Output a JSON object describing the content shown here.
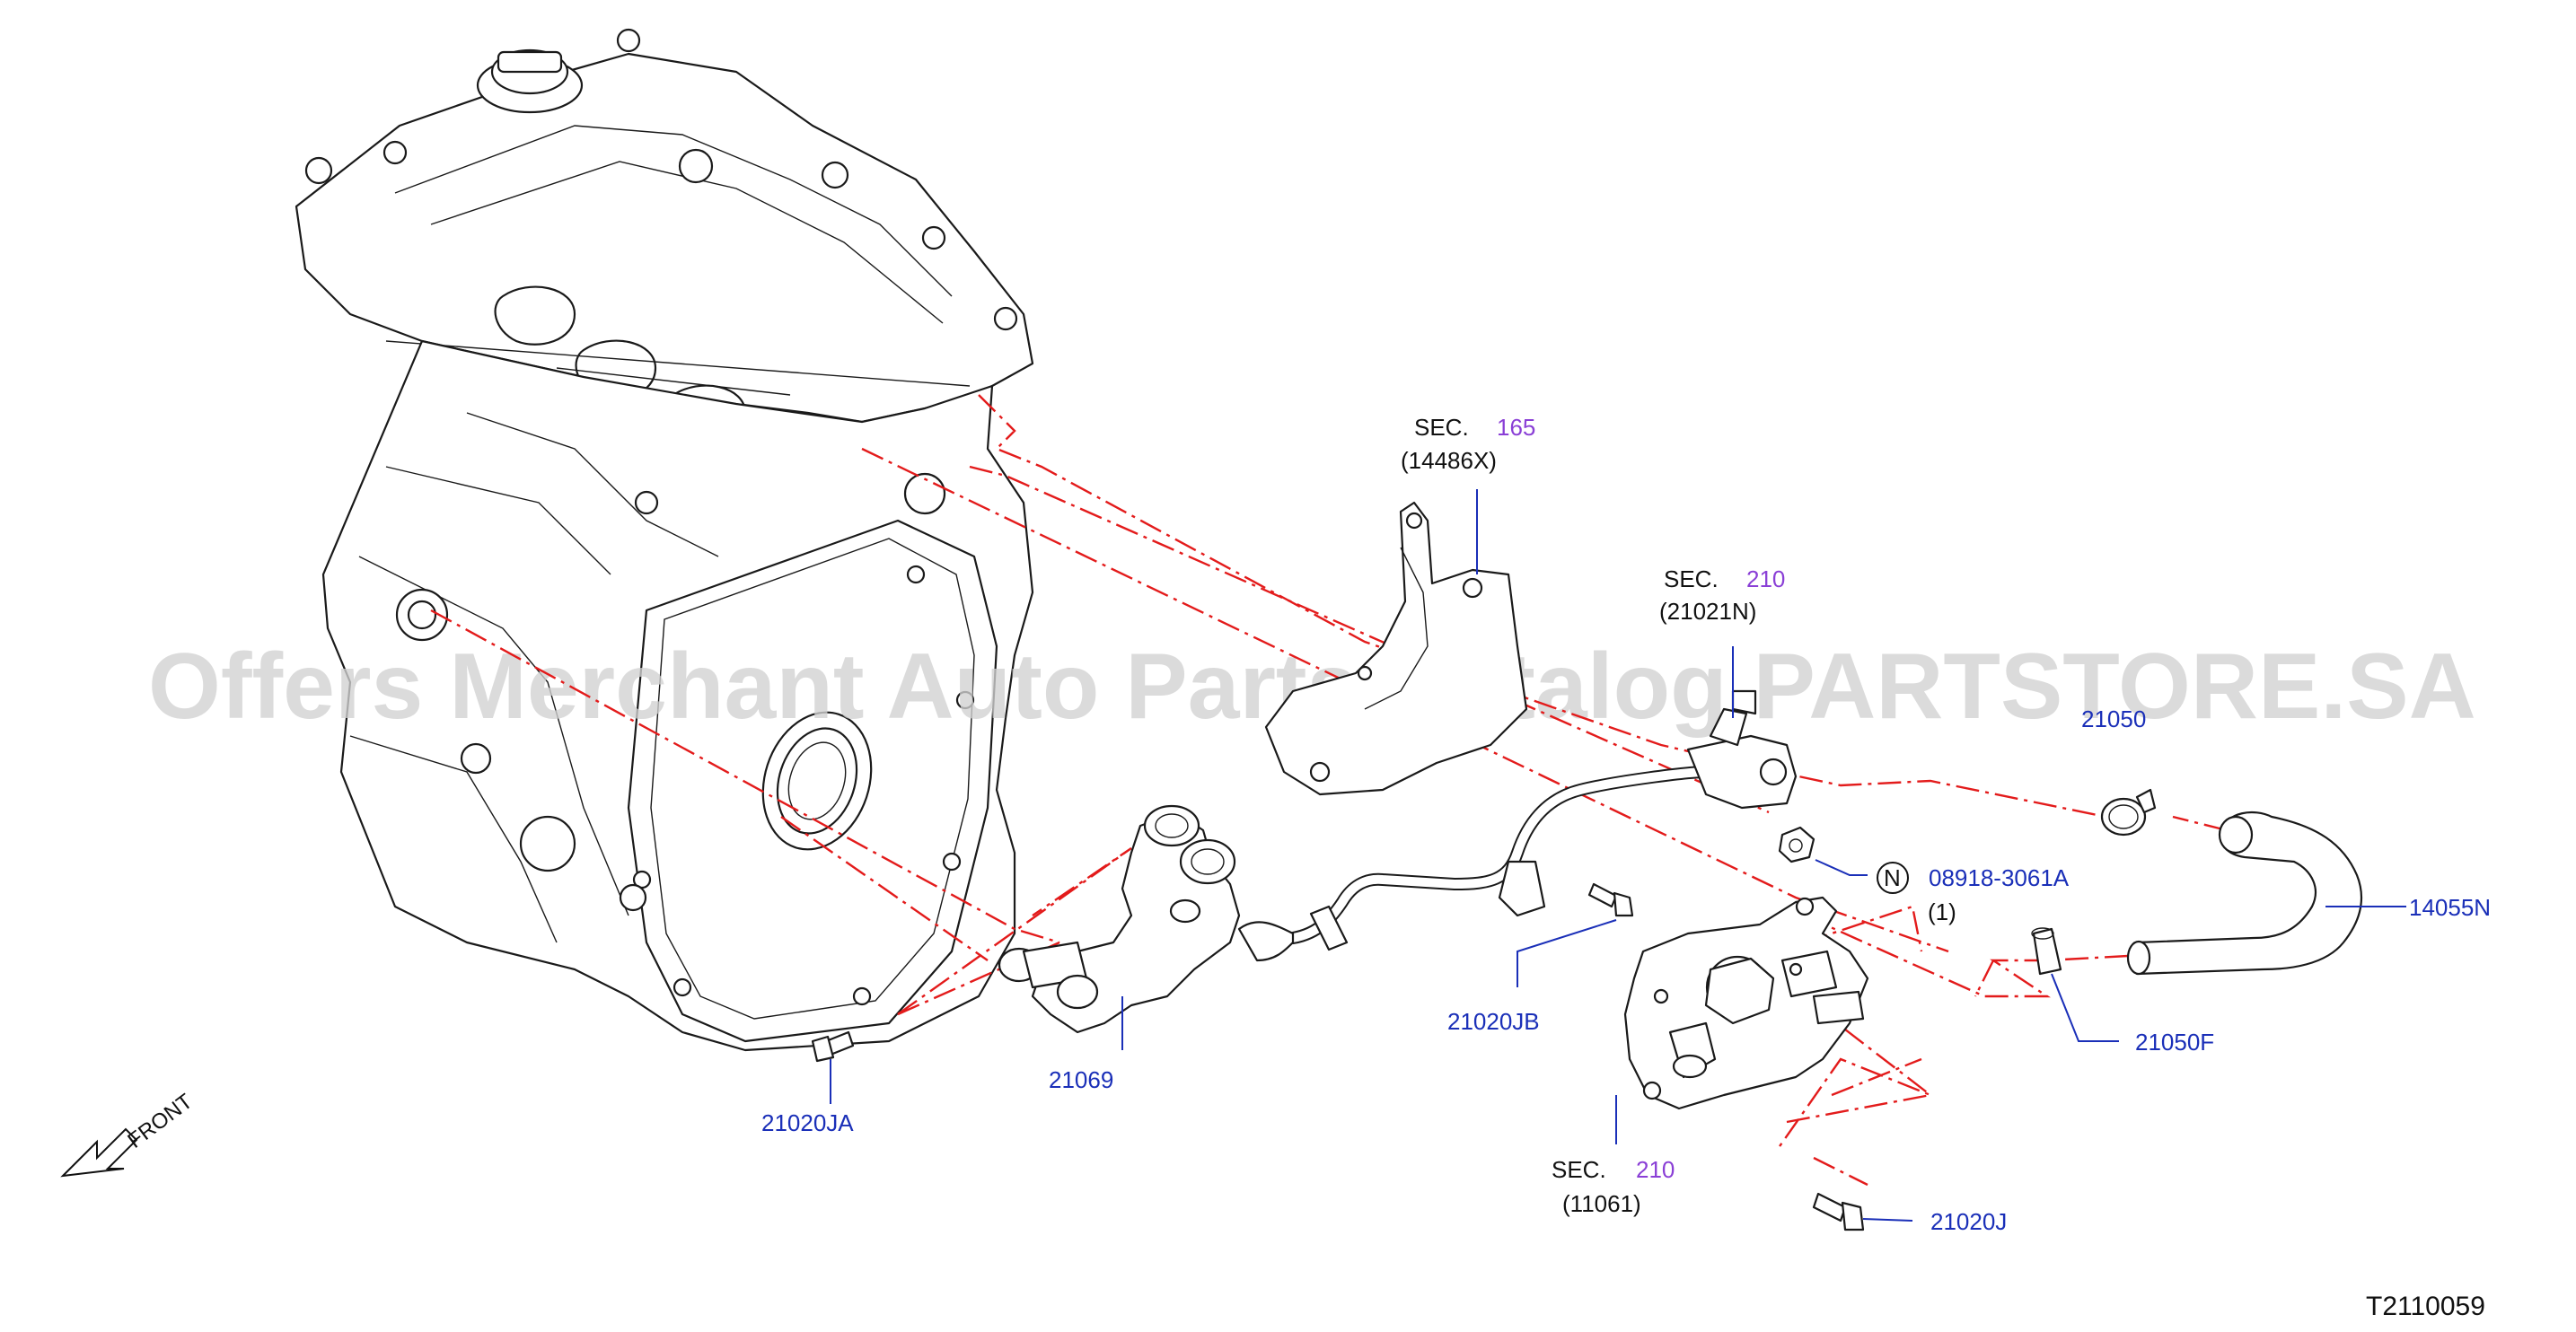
{
  "watermark": "Offers Merchant Auto Parts Catalog PARTSTORE.SA",
  "diagram_id": "T2110059",
  "front_label": "FRONT",
  "callouts": {
    "sec165": {
      "sec": "SEC.",
      "num": "165",
      "ref": "(14486X)"
    },
    "sec210_pipe": {
      "sec": "SEC.",
      "num": "210",
      "ref": "(21021N)"
    },
    "sec210_housing": {
      "sec": "SEC.",
      "num": "210",
      "ref": "(11061)"
    }
  },
  "parts": {
    "p21050_top": "21050",
    "p08918": "08918-3061A",
    "p08918_qty": "(1)",
    "p08918_symbol": "N",
    "p14055N": "14055N",
    "p21050F": "21050F",
    "p21020JB": "21020JB",
    "p21069": "21069",
    "p21020JA": "21020JA",
    "p21020J": "21020J"
  },
  "colors": {
    "part_number": "#1a2fb8",
    "section_number": "#8a3fd6",
    "assembly_line": "#e31b1b",
    "watermark": "#d2d2d2"
  }
}
